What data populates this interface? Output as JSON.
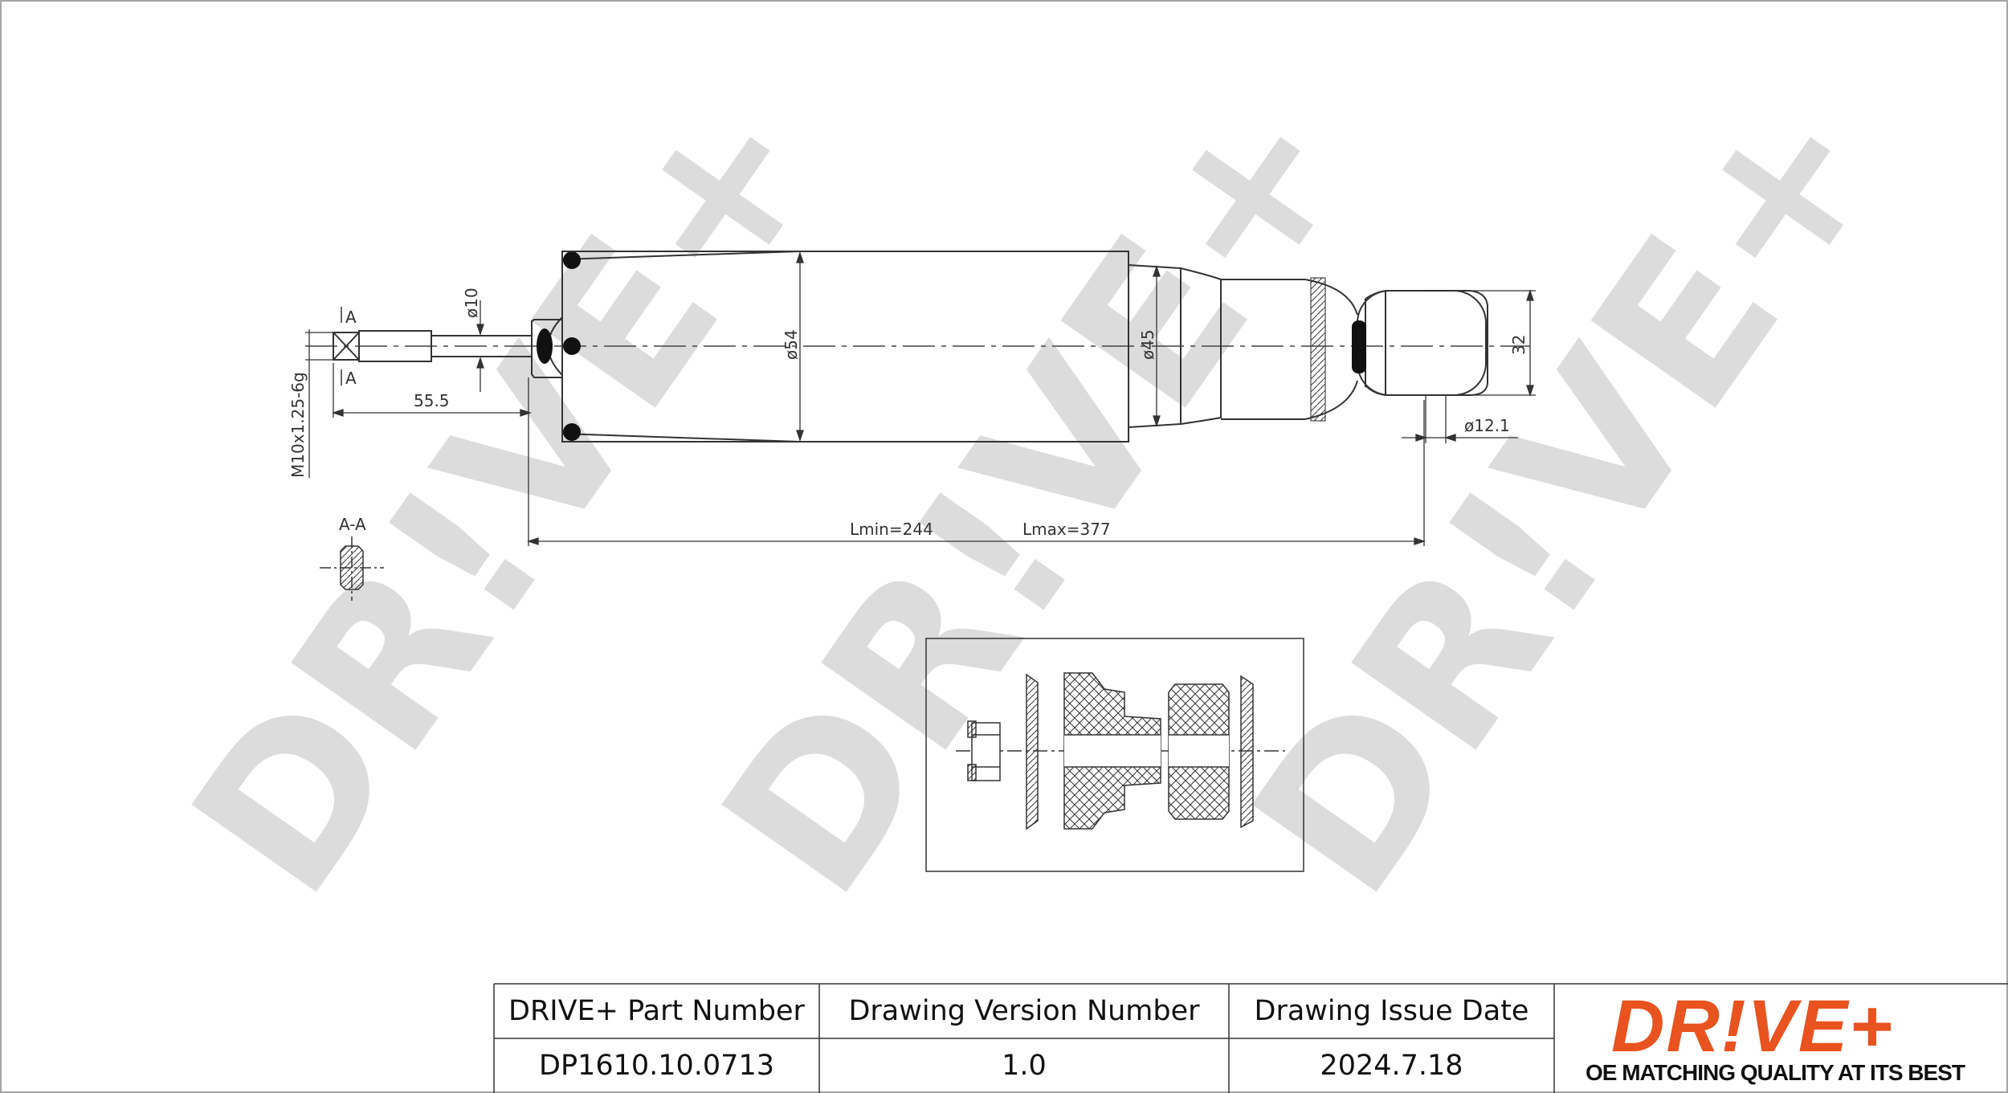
{
  "watermark": {
    "text": "DR!VE+",
    "color": "#dcdcdc"
  },
  "dimensions": {
    "thread_marker_top": "A",
    "thread_marker_bottom": "A",
    "rod_diameter": "ø10",
    "thread_spec": "M10x1.25-6g",
    "rod_length": "55.5",
    "body_diameter": "ø54",
    "neck_diameter": "ø45",
    "eye_width": "32",
    "eye_bore": "ø12.1",
    "lmin": "Lmin=244",
    "lmax": "Lmax=377",
    "section_label": "A-A"
  },
  "title_block": {
    "part_number_label": "DRIVE+ Part Number",
    "part_number_value": "DP1610.10.0713",
    "version_label": "Drawing Version Number",
    "version_value": "1.0",
    "issue_date_label": "Drawing Issue Date",
    "issue_date_value": "2024.7.18"
  },
  "logo": {
    "brand": "DR!VE+",
    "tagline": "OE MATCHING QUALITY AT ITS BEST",
    "color": "#e8531f"
  }
}
